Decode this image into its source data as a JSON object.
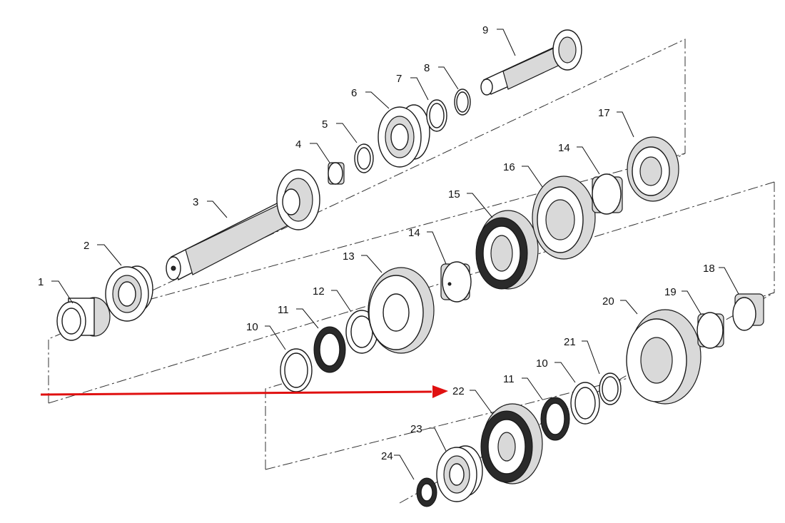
{
  "diagram": {
    "callouts": [
      {
        "id": "c1",
        "text": "1"
      },
      {
        "id": "c2",
        "text": "2"
      },
      {
        "id": "c3",
        "text": "3"
      },
      {
        "id": "c4",
        "text": "4"
      },
      {
        "id": "c5",
        "text": "5"
      },
      {
        "id": "c6",
        "text": "6"
      },
      {
        "id": "c7",
        "text": "7"
      },
      {
        "id": "c8",
        "text": "8"
      },
      {
        "id": "c9",
        "text": "9"
      },
      {
        "id": "c10a",
        "text": "10"
      },
      {
        "id": "c10b",
        "text": "10"
      },
      {
        "id": "c11a",
        "text": "11"
      },
      {
        "id": "c11b",
        "text": "11"
      },
      {
        "id": "c12",
        "text": "12"
      },
      {
        "id": "c13",
        "text": "13"
      },
      {
        "id": "c14a",
        "text": "14"
      },
      {
        "id": "c14b",
        "text": "14"
      },
      {
        "id": "c15",
        "text": "15"
      },
      {
        "id": "c16",
        "text": "16"
      },
      {
        "id": "c17",
        "text": "17"
      },
      {
        "id": "c18",
        "text": "18"
      },
      {
        "id": "c19",
        "text": "19"
      },
      {
        "id": "c20",
        "text": "20"
      },
      {
        "id": "c21",
        "text": "21"
      },
      {
        "id": "c22",
        "text": "22"
      },
      {
        "id": "c23",
        "text": "23"
      },
      {
        "id": "c24",
        "text": "24"
      }
    ],
    "highlight_arrow_color": "#e01010",
    "highlight_target": "22"
  }
}
